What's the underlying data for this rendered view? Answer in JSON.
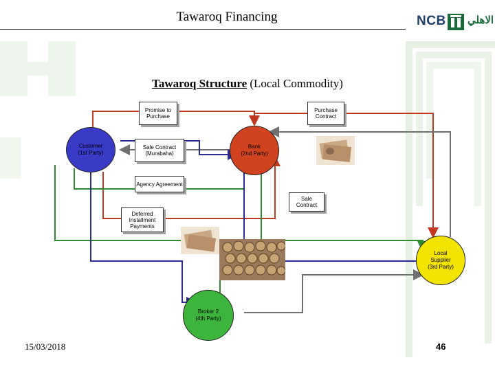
{
  "header": {
    "title": "Tawaroq Financing",
    "logo_text": "NCB",
    "logo_arabic": "الاهلي"
  },
  "diagram": {
    "title_bold": "Tawaroq Structure",
    "title_rest": " (Local Commodity)",
    "nodes": {
      "customer": {
        "line1": "Customer",
        "line2": "(1st Party)"
      },
      "bank": {
        "line1": "Bank",
        "line2": "(2nd Party)"
      },
      "supplier": {
        "line1": "Local",
        "line2": "Supplier",
        "line3": "(3rd Party)"
      },
      "broker": {
        "line1": "Broker 2",
        "line2": "(4th Party)"
      }
    },
    "documents": {
      "promise": "Promise to Purchase",
      "purchase_contract": "Purchase Contract",
      "sale_contract_murabaha": "Sale Contract (Murabaha)",
      "agency_agreement": "Agency Agreement",
      "sale_contract": "Sale Contract",
      "deferred_payments": "Deferred Installment Payments"
    },
    "colors": {
      "customer": "#3a3ac8",
      "bank": "#d1431f",
      "supplier": "#f2e400",
      "broker": "#3db53d",
      "arrow_red": "#c0391f",
      "arrow_green": "#2e8b2e",
      "arrow_blue": "#2a2a99",
      "arrow_gray": "#707070",
      "watermark": "#dde9d8"
    }
  },
  "footer": {
    "date": "15/03/2018",
    "page": "46"
  }
}
